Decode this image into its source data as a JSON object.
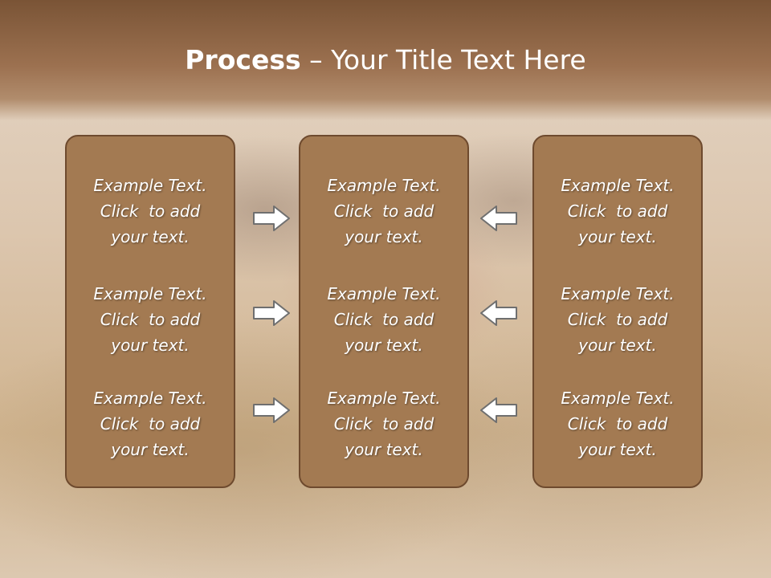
{
  "slide": {
    "title_bold": "Process",
    "title_rest": " – Your Title Text Here"
  },
  "columns": [
    {
      "blocks": [
        {
          "line1": "Example Text.",
          "line2": "Click  to add",
          "line3": "your text."
        },
        {
          "line1": "Example Text.",
          "line2": "Click  to add",
          "line3": "your text."
        },
        {
          "line1": "Example Text.",
          "line2": "Click  to add",
          "line3": "your text."
        }
      ]
    },
    {
      "blocks": [
        {
          "line1": "Example Text.",
          "line2": "Click  to add",
          "line3": "your text."
        },
        {
          "line1": "Example Text.",
          "line2": "Click  to add",
          "line3": "your text."
        },
        {
          "line1": "Example Text.",
          "line2": "Click  to add",
          "line3": "your text."
        }
      ]
    },
    {
      "blocks": [
        {
          "line1": "Example Text.",
          "line2": "Click  to add",
          "line3": "your text."
        },
        {
          "line1": "Example Text.",
          "line2": "Click  to add",
          "line3": "your text."
        },
        {
          "line1": "Example Text.",
          "line2": "Click  to add",
          "line3": "your text."
        }
      ]
    }
  ],
  "arrows": {
    "left_to_center": [
      "right-arrow-icon",
      "right-arrow-icon",
      "right-arrow-icon"
    ],
    "right_to_center": [
      "left-arrow-icon",
      "left-arrow-icon",
      "left-arrow-icon"
    ]
  },
  "colors": {
    "title_band": "#8a6242",
    "panel_fill": "#a37a52",
    "panel_border": "#6e4a2e",
    "text": "#ffffff"
  }
}
